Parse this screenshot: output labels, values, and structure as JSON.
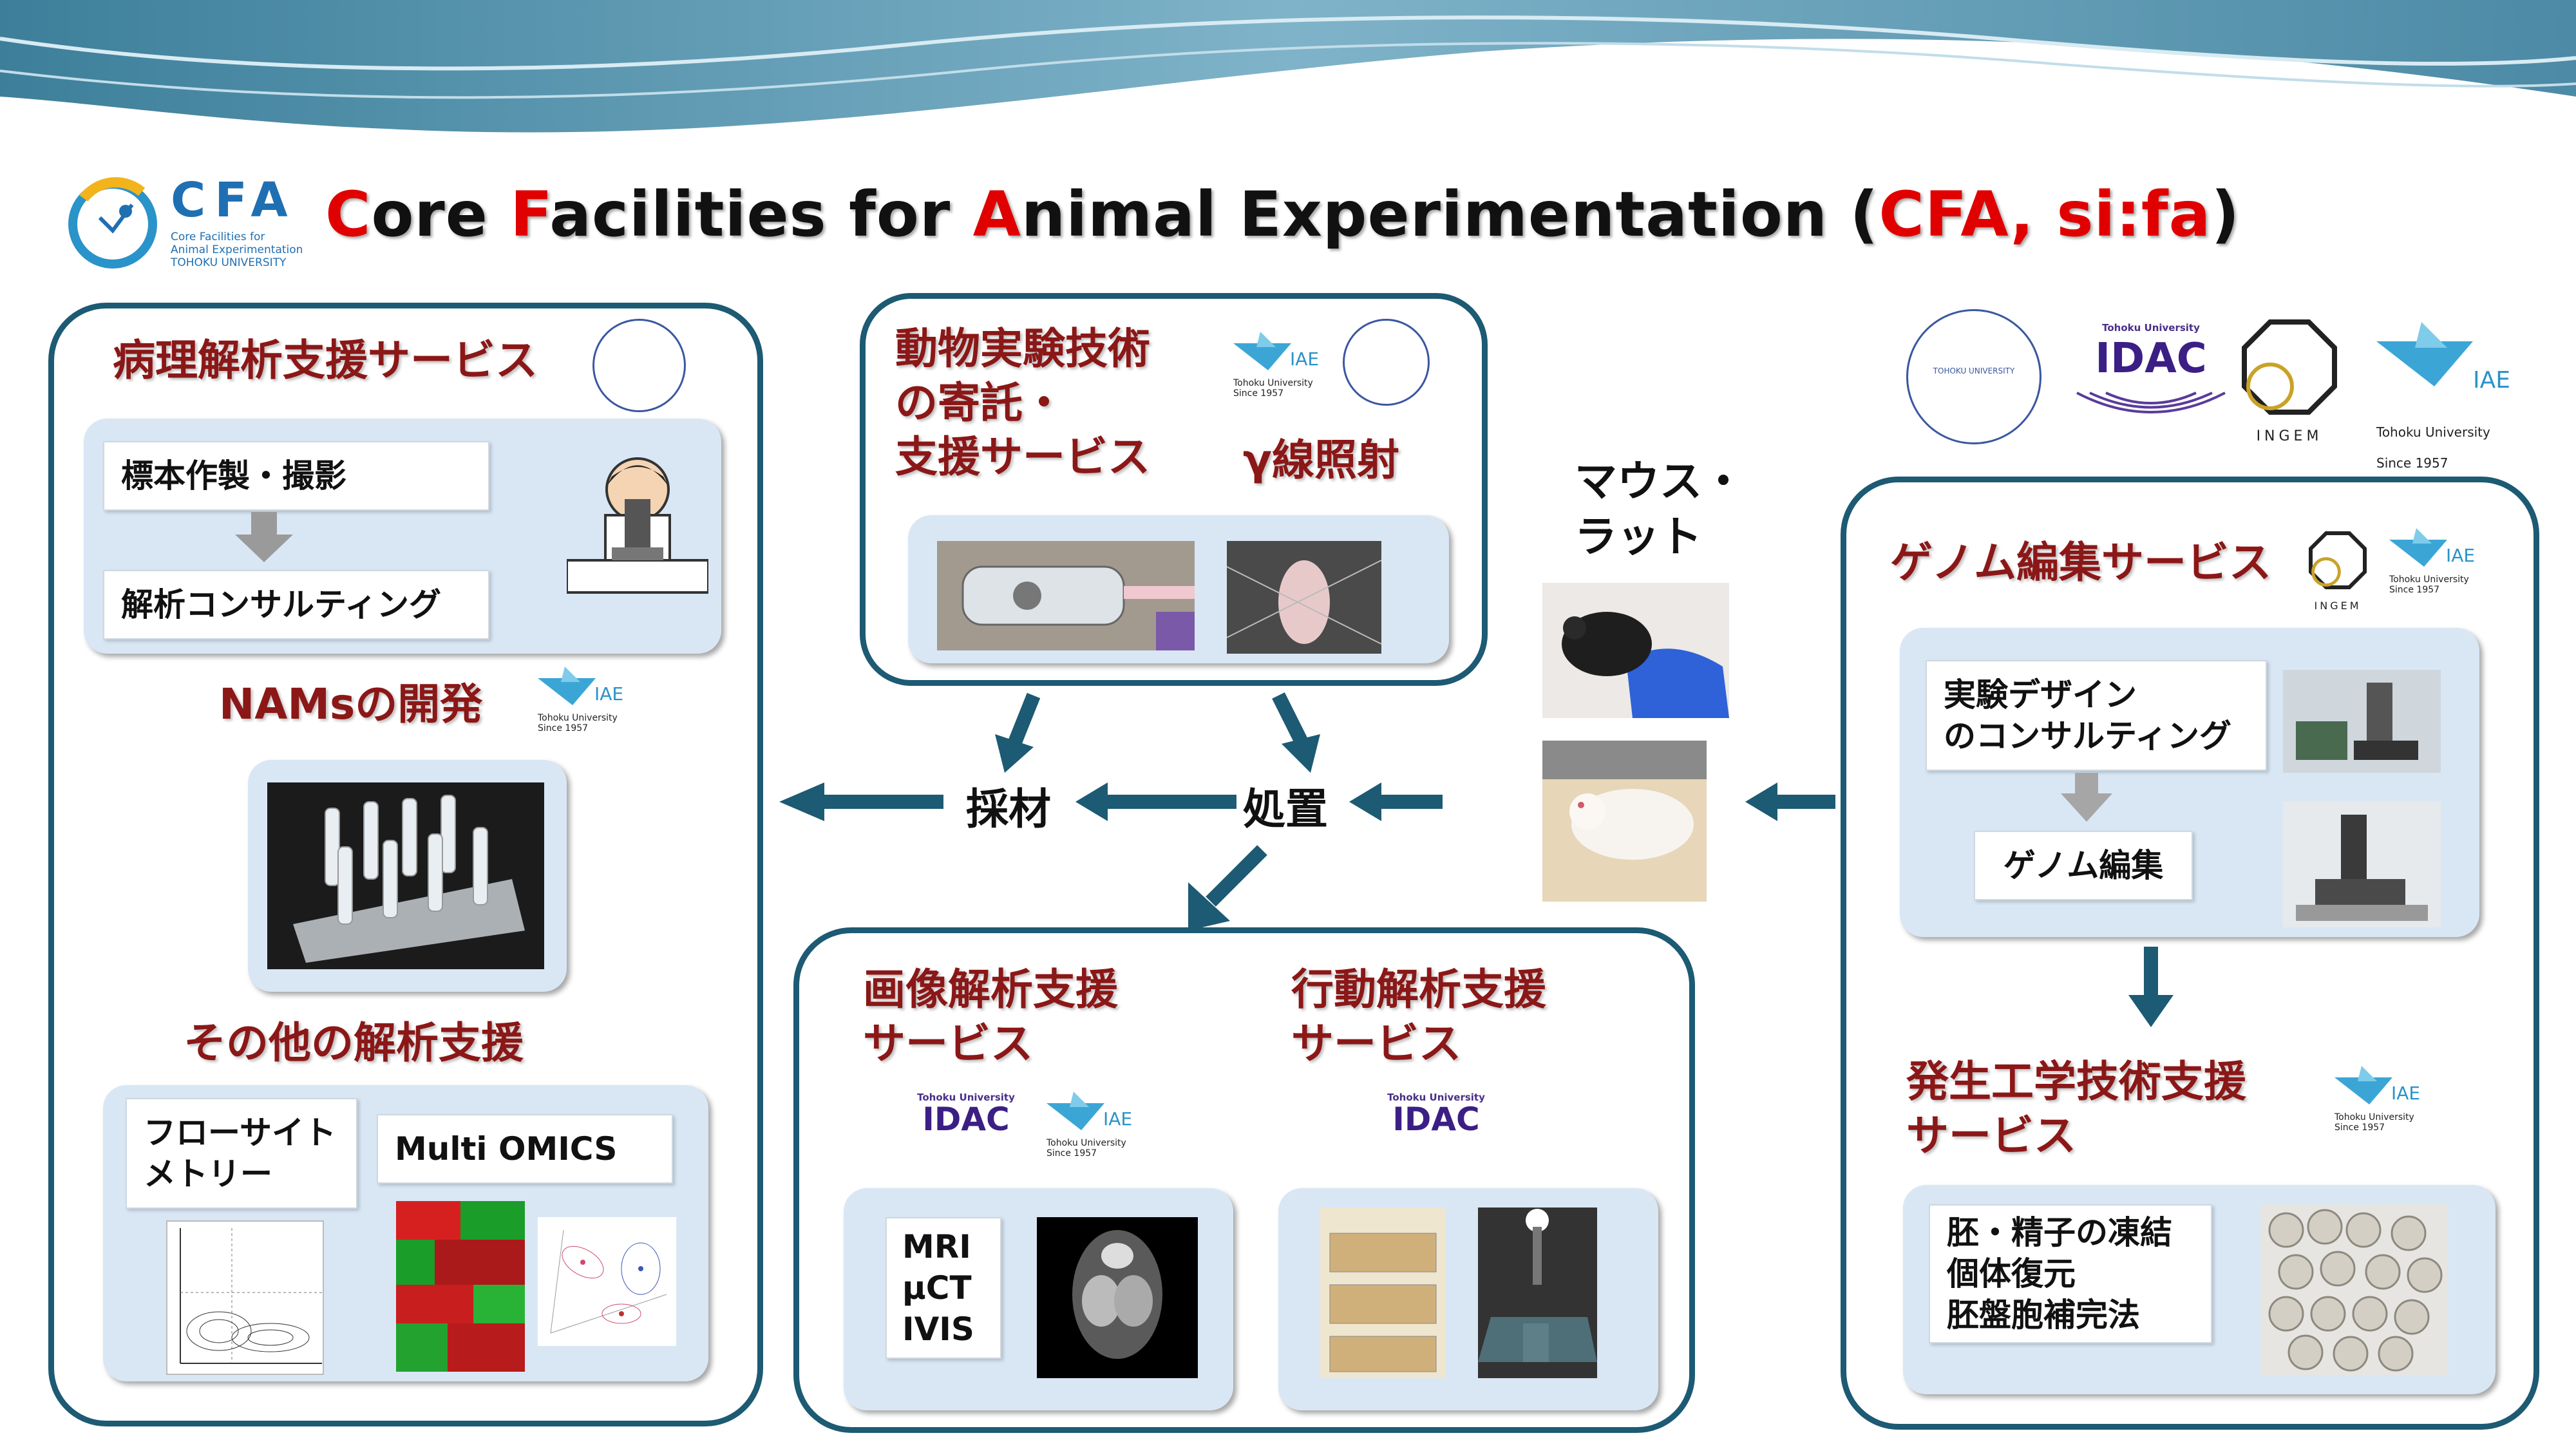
{
  "title": {
    "part1_letter": "C",
    "part1_rest": "ore ",
    "part2_letter": "F",
    "part2_rest": "acilities for ",
    "part3_letter": "A",
    "part3_rest": "nimal Experimentation (",
    "paren_red": "CFA, si:fa",
    "close": ")"
  },
  "cfa_logo": {
    "word": "CFA",
    "sub": "Core Facilities for\nAnimal Experimentation\nTOHOKU UNIVERSITY"
  },
  "logos": {
    "tohoku_univ": "Tohoku University",
    "since": "Since 1957",
    "iae": "IAE",
    "idac": "IDAC",
    "idac_top": "Tohoku University",
    "ingem": "INGEM",
    "seal": "TOHOKU UNIVERSITY"
  },
  "left_panel": {
    "pathology_heading": "病理解析支援サービス",
    "specimen_label": "標本作製・撮影",
    "consulting_label": "解析コンサルティング",
    "nams_heading": "NAMsの開発",
    "other_heading": "その他の解析支援",
    "flow_label": "フローサイト\nメトリー",
    "omics_label": "Multi OMICS"
  },
  "top_center_panel": {
    "heading": "動物実験技術\nの寄託・\n支援サービス",
    "gamma_heading": "γ線照射"
  },
  "flow": {
    "collect": "採材",
    "treat": "処置",
    "mouse_rat": "マウス・\nラット"
  },
  "bottom_center_panel": {
    "imaging_heading": "画像解析支援\nサービス",
    "behavior_heading": "行動解析支援\nサービス",
    "imaging_label": "MRI\nμCT\nIVIS"
  },
  "right_panel": {
    "genome_heading": "ゲノム編集サービス",
    "design_label": "実験デザイン\nのコンサルティング",
    "genome_edit_label": "ゲノム編集",
    "dev_heading": "発生工学技術支援\nサービス",
    "embryo_label": "胚・精子の凍結\n個体復元\n胚盤胞補完法"
  },
  "colors": {
    "panel_border": "#1d5a73",
    "heading_red": "#8b1717",
    "title_red": "#e00000",
    "inner_bg": "#d9e7f5",
    "arrow": "#1d5a73"
  }
}
